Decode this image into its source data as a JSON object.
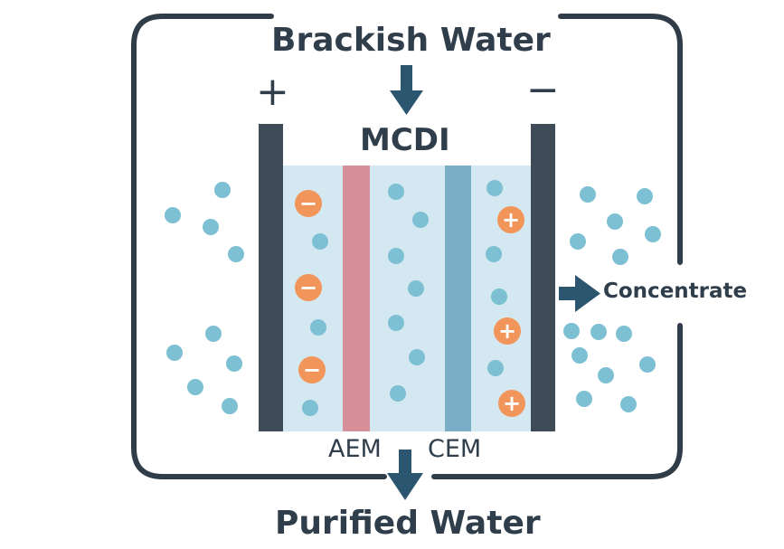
{
  "labels": {
    "inlet": "Brackish Water",
    "device": "MCDI",
    "anode_sign": "+",
    "cathode_sign": "−",
    "aem": "AEM",
    "cem": "CEM",
    "concentrate": "Concentrate",
    "outlet": "Purified Water"
  },
  "ion_symbols": {
    "anion": "−",
    "cation": "+"
  },
  "colors": {
    "frame": "#303d48",
    "electrode": "#3f4c57",
    "channel": "#d4e8f1",
    "aem": "#d78f99",
    "cem": "#7aaec6",
    "ion_bead": "#7dbfd3",
    "charged_ion": "#f2955a",
    "arrow": "#2c5670",
    "text": "#2f3e4a"
  }
}
